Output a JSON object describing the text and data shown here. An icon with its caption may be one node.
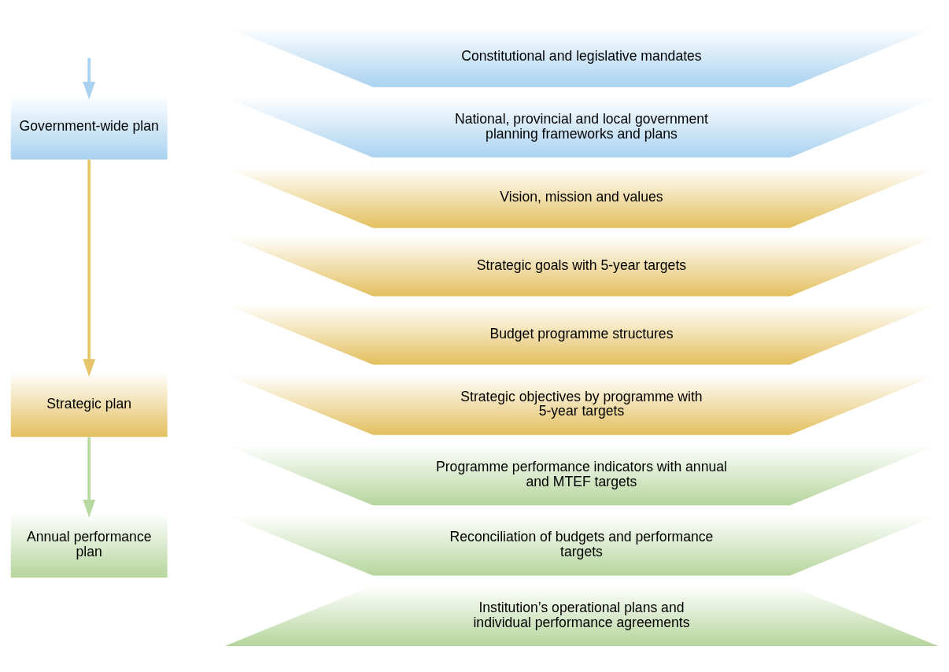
{
  "diagram": {
    "nodes": [
      {
        "text": [
          "Government-wide plan"
        ]
      },
      {
        "text": [
          "Strategic plan"
        ]
      },
      {
        "text": [
          "Annual performance plan"
        ]
      },
      {
        "text": [
          "Constitutional and legislative mandates"
        ]
      },
      {
        "text": [
          "National, provincial and local government planning frameworks and plans"
        ]
      },
      {
        "text": [
          "Vision, mission and values"
        ]
      },
      {
        "text": [
          "Strategic goals with 5-year targets"
        ]
      },
      {
        "text": [
          "Budget programme structures"
        ]
      },
      {
        "text": [
          "Strategic objectives by programme with 5-year targets"
        ]
      },
      {
        "text": [
          "Programme performance indicators with annual and MTEF targets"
        ]
      },
      {
        "text": [
          "Reconciliation of budgets and performance targets"
        ]
      },
      {
        "text": [
          "Institution’s operational plans and individual performance agreements"
        ]
      }
    ],
    "edges": [
      {
        "from": null,
        "to": 0,
        "arrow": "to",
        "color": "#a9d2f0"
      },
      {
        "from": 0,
        "to": 1,
        "arrow": "to",
        "color": "#e6c56a"
      },
      {
        "from": 1,
        "to": 2,
        "arrow": "to",
        "color": "#b8d8a2"
      }
    ]
  }
}
